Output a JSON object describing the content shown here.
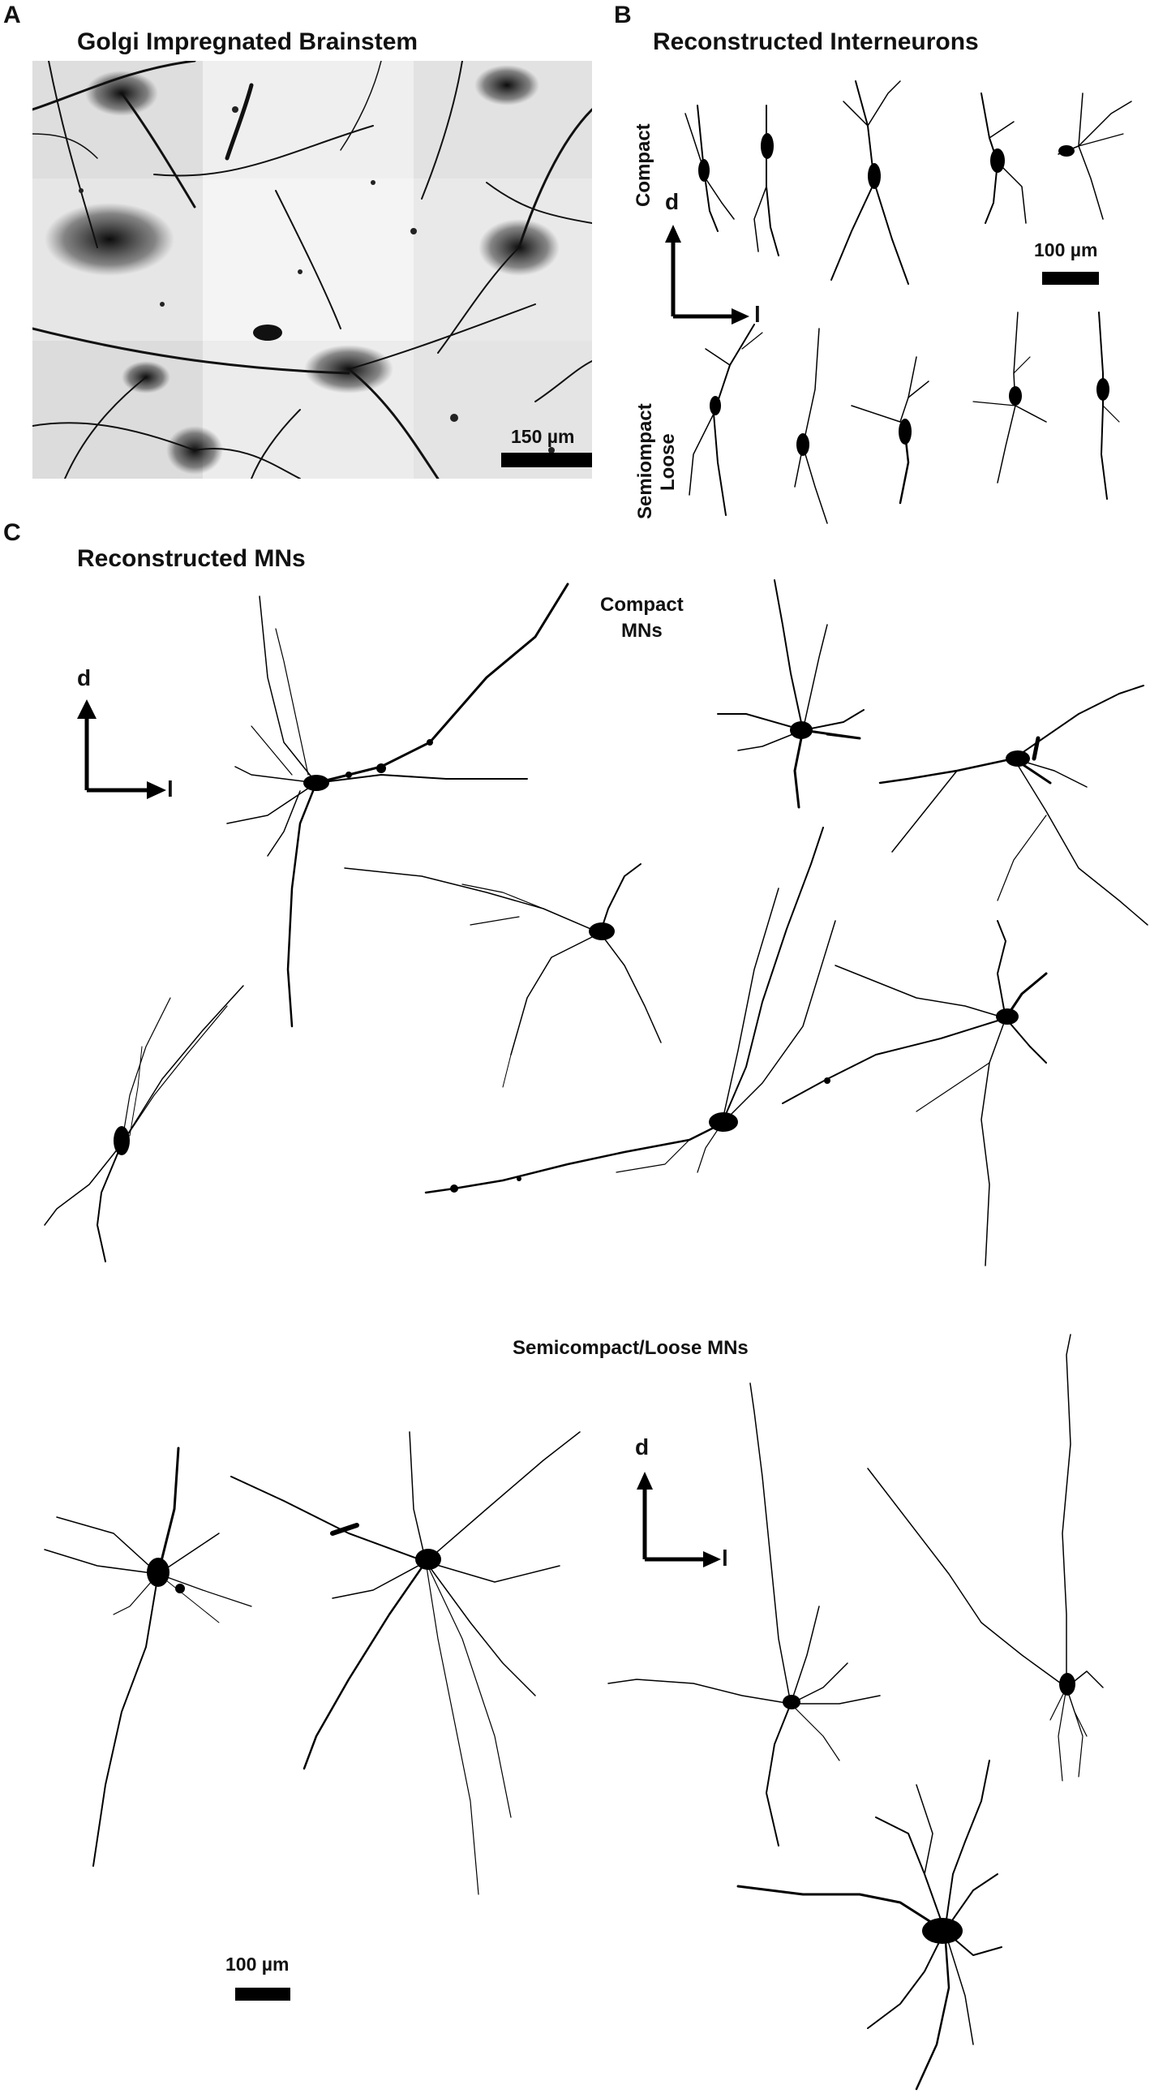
{
  "panels": {
    "A": {
      "letter": "A",
      "title": "Golgi Impregnated Brainstem",
      "scale_label": "150 µm"
    },
    "B": {
      "letter": "B",
      "title": "Reconstructed Interneurons",
      "row1_label": "Compact",
      "row2_label_line1": "Semiompact",
      "row2_label_line2": "Loose",
      "scale_label": "100 µm",
      "axis_d": "d",
      "axis_l": "l"
    },
    "C": {
      "letter": "C",
      "title": "Reconstructed MNs",
      "compact_label_line1": "Compact",
      "compact_label_line2": "MNs",
      "semi_label": "Semicompact/Loose MNs",
      "scale_label": "100 µm",
      "axis_d": "d",
      "axis_l": "l"
    }
  },
  "icons": [
    "dorsal-lateral-axes-icon",
    "neuron-reconstruction-icon",
    "golgi-micrograph-image"
  ]
}
